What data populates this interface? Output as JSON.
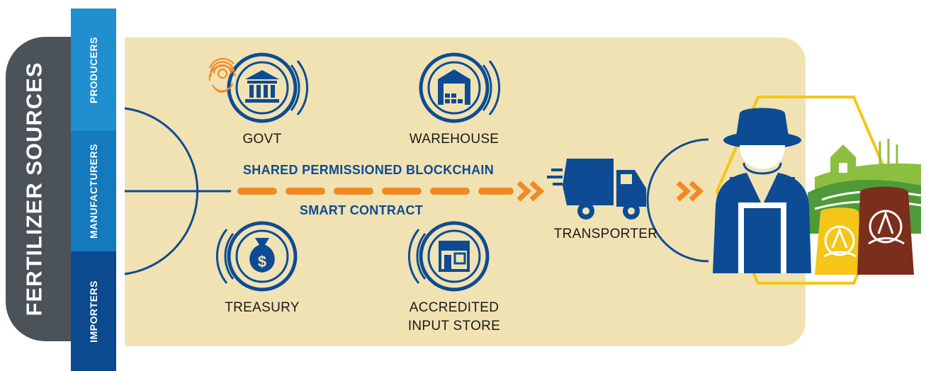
{
  "sidebar": {
    "title": "FERTILIZER SOURCES",
    "categories": [
      "PRODUCERS",
      "MANUFACTURERS",
      "IMPORTERS"
    ]
  },
  "nodes": {
    "govt": "GOVT",
    "warehouse": "WAREHOUSE",
    "treasury": "TREASURY",
    "store_line1": "ACCREDITED",
    "store_line2": "INPUT STORE",
    "transporter": "TRANSPORTER"
  },
  "flow": {
    "top_label": "SHARED PERMISSIONED BLOCKCHAIN",
    "bottom_label": "SMART CONTRACT"
  },
  "colors": {
    "navy": "#0d4c94",
    "orange": "#f08a24",
    "beige": "#f1e2b3",
    "grey": "#4b5258",
    "gold": "#f5c518",
    "brown": "#7a2e1b"
  }
}
